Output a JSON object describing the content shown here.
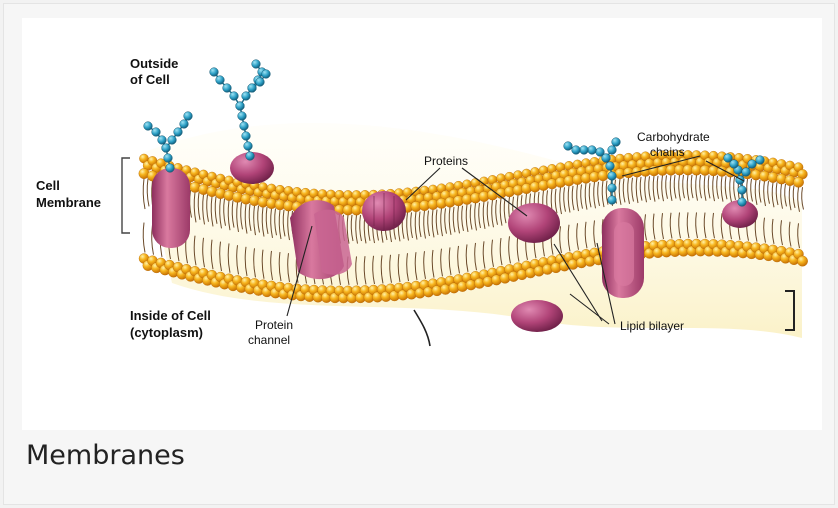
{
  "figure": {
    "labels": {
      "outside": [
        "Outside",
        "of Cell"
      ],
      "membrane": [
        "Cell",
        "Membrane"
      ],
      "inside": [
        "Inside of Cell",
        "(cytoplasm)"
      ],
      "proteins": "Proteins",
      "carbohydrate": [
        "Carbohydrate",
        "chains"
      ],
      "protein_channel": [
        "Protein",
        "channel"
      ],
      "lipid_bilayer": "Lipid bilayer"
    },
    "colors": {
      "lipid_head": "#f3a812",
      "lipid_rim": "#cf7c06",
      "protein": "#b34a7e",
      "carbohydrate": "#2a9ec4",
      "cytoplasm": "#faf3c9"
    }
  },
  "caption": "Membranes"
}
